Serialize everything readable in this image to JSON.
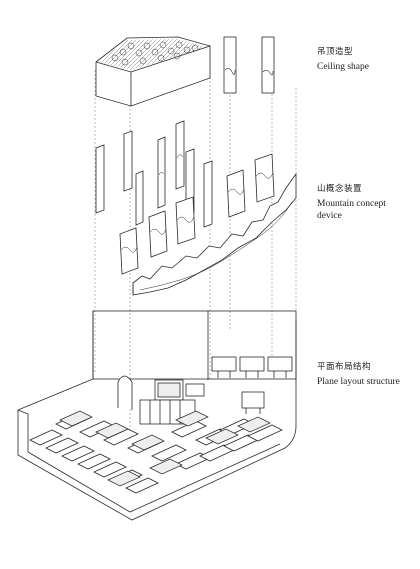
{
  "labels": {
    "ceiling": {
      "zh": "吊顶造型",
      "en": "Ceiling shape"
    },
    "mountain": {
      "zh": "山概念装置",
      "en": "Mountain concept",
      "en2": "device"
    },
    "plane": {
      "zh": "平面布局结构",
      "en": "Plane layout structure"
    }
  },
  "colors": {
    "line": "#2a2a2a",
    "guide": "#8a8a8a",
    "text": "#1e1e1e",
    "fill": "#ffffff",
    "shade": "#eeeeee"
  }
}
